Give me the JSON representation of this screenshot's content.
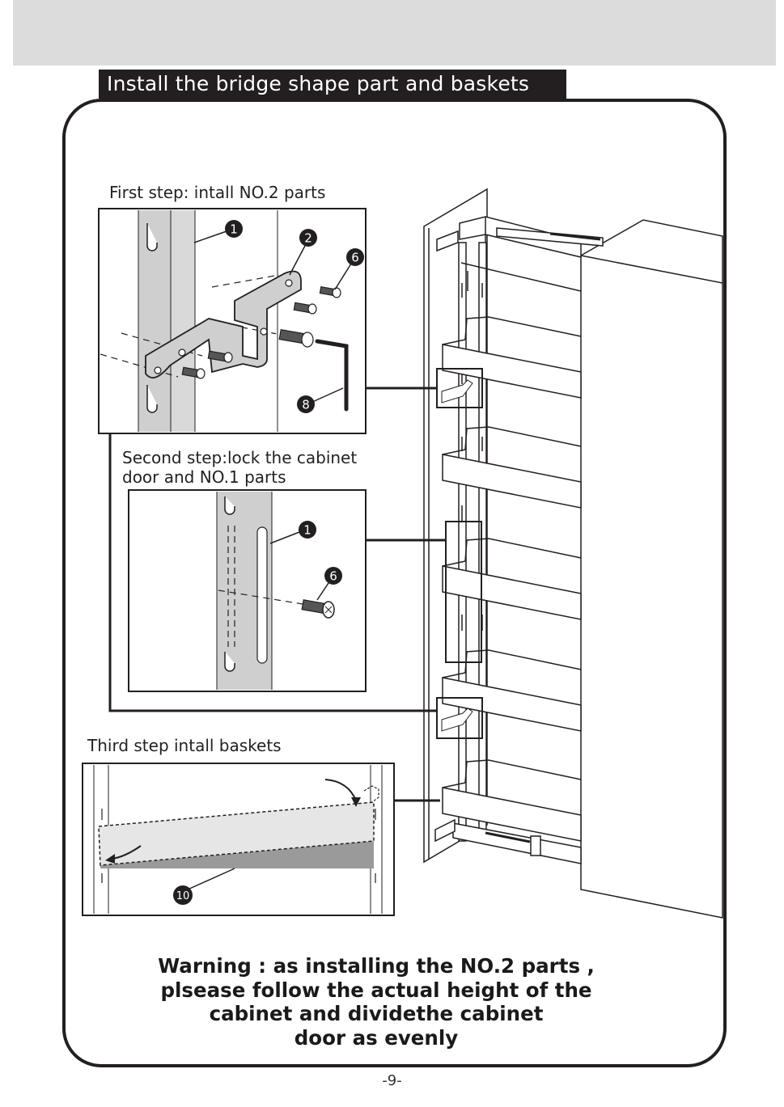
{
  "header": {
    "title": "Install the bridge shape part and baskets"
  },
  "steps": [
    {
      "label": "First step: intall NO.2 parts"
    },
    {
      "label_line1": "Second step:lock the cabinet",
      "label_line2": "door and NO.1 parts"
    },
    {
      "label": "Third step  intall baskets"
    }
  ],
  "callouts": {
    "step1": [
      "1",
      "2",
      "6",
      "8"
    ],
    "step2": [
      "1",
      "6"
    ],
    "step3": [
      "10"
    ]
  },
  "warning": {
    "line1": "Warning : as installing the NO.2 parts ,",
    "line2": "plsease follow the actual height of the",
    "line3": "cabinet and dividethe cabinet",
    "line4": "door as evenly"
  },
  "footer": {
    "page_number": "-9-"
  },
  "colors": {
    "ink": "#231f20",
    "band": "#dcdcdc",
    "rail": "#cfcfcf",
    "basket_fill": "#e6e6e6",
    "basket_shadow": "#9a9a9a"
  }
}
